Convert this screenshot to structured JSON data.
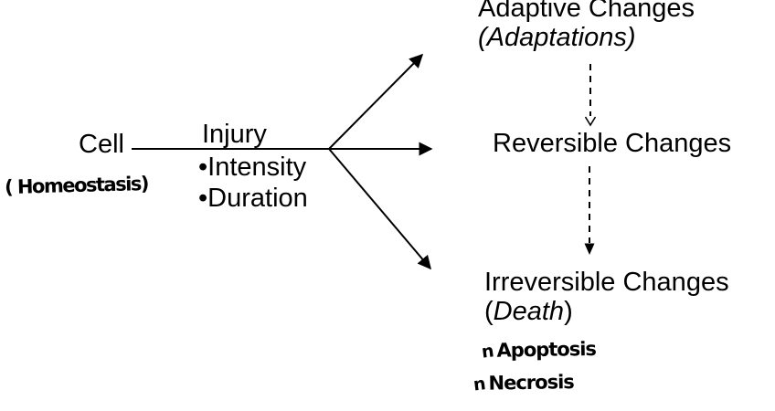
{
  "diagram": {
    "cell": {
      "label": "Cell",
      "annotation": "( Homeostasis)"
    },
    "injury": {
      "label": "Injury",
      "bullets": [
        "•Intensity",
        "•Duration"
      ]
    },
    "outcomes": [
      {
        "title": "Adaptive Changes",
        "subtitle_prefix": "",
        "subtitle_word": "(Adaptations)",
        "subtitle_suffix": ""
      },
      {
        "title": "Reversible Changes",
        "subtitle_prefix": "",
        "subtitle_word": "",
        "subtitle_suffix": ""
      },
      {
        "title": "Irreversible Changes",
        "subtitle_prefix": "(",
        "subtitle_word": "Death",
        "subtitle_suffix": ")"
      }
    ],
    "handwritten_notes": [
      {
        "marker": "n",
        "text": "Apoptosis"
      },
      {
        "marker": "n",
        "text": "Necrosis"
      }
    ],
    "colors": {
      "ink": "#000000",
      "background": "#ffffff"
    }
  }
}
